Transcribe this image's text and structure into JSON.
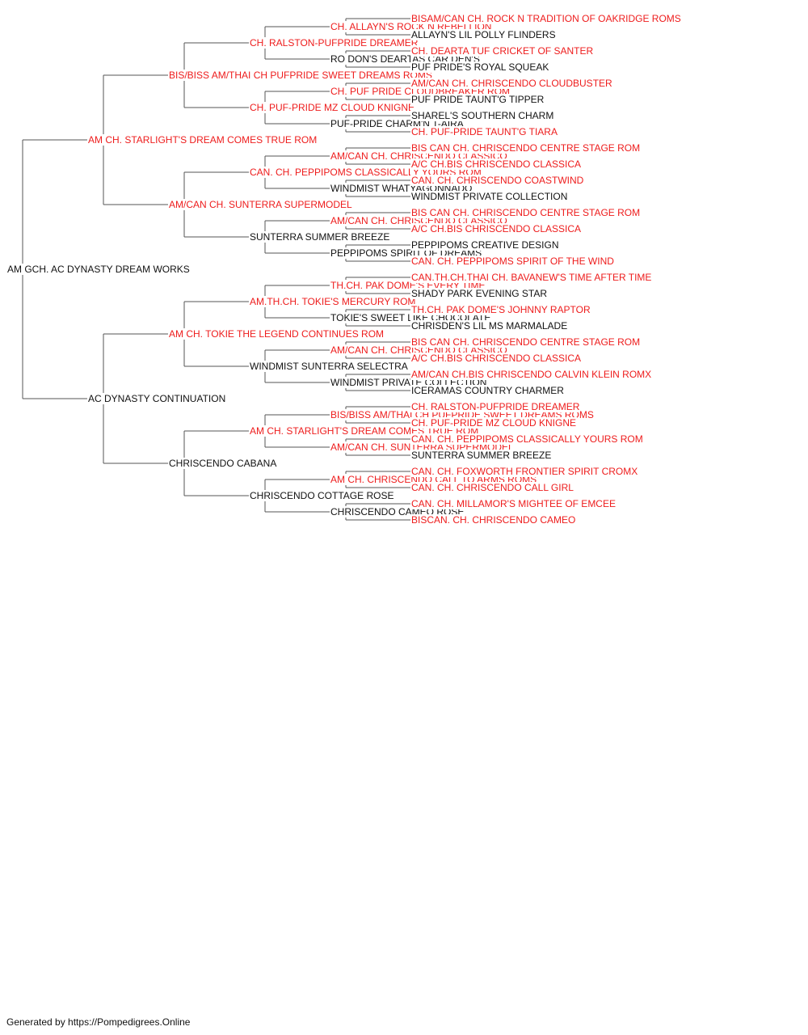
{
  "colors": {
    "titled": "#ee1c1c",
    "plain": "#111111",
    "line": "#555555"
  },
  "pedigree": {
    "name": "AM GCH. AC DYNASTY DREAM WORKS",
    "titled": false,
    "sire": {
      "name": "AM CH. STARLIGHT'S DREAM COMES TRUE ROM",
      "titled": true,
      "sire": {
        "name": "BIS/BISS AM/THAI CH PUFPRIDE SWEET DREAMS ROMS",
        "titled": true,
        "sire": {
          "name": "CH. RALSTON-PUFPRIDE DREAMER",
          "titled": true,
          "sire": {
            "name": "CH. ALLAYN'S ROCK N REBELLION",
            "titled": true,
            "sire": {
              "name": "BISAM/CAN CH. ROCK N TRADITION OF OAKRIDGE ROMS",
              "titled": true
            },
            "dam": {
              "name": "ALLAYN'S LIL POLLY FLINDERS",
              "titled": false
            }
          },
          "dam": {
            "name": "RO DON'S DEARTAS CAR DEN'S",
            "titled": false,
            "sire": {
              "name": "CH. DEARTA TUF CRICKET OF SANTER",
              "titled": true
            },
            "dam": {
              "name": "PUF PRIDE'S ROYAL SQUEAK",
              "titled": false
            }
          }
        },
        "dam": {
          "name": "CH. PUF-PRIDE MZ CLOUD KNIGNE",
          "titled": true,
          "sire": {
            "name": "CH. PUF PRIDE CLOUDBREAKER ROM",
            "titled": true,
            "sire": {
              "name": "AM/CAN CH. CHRISCENDO CLOUDBUSTER",
              "titled": true
            },
            "dam": {
              "name": "PUF PRIDE TAUNT'G TIPPER",
              "titled": false
            }
          },
          "dam": {
            "name": "PUF-PRIDE CHARM'N T-AIRA",
            "titled": false,
            "sire": {
              "name": "SHAREL'S SOUTHERN CHARM",
              "titled": false
            },
            "dam": {
              "name": "CH. PUF-PRIDE TAUNT'G TIARA",
              "titled": true
            }
          }
        }
      },
      "dam": {
        "name": "AM/CAN CH. SUNTERRA SUPERMODEL",
        "titled": true,
        "sire": {
          "name": "CAN. CH. PEPPIPOMS CLASSICALLY YOURS ROM",
          "titled": true,
          "sire": {
            "name": "AM/CAN CH. CHRISCENDO CLASSICO",
            "titled": true,
            "sire": {
              "name": "BIS CAN CH. CHRISCENDO CENTRE STAGE ROM",
              "titled": true
            },
            "dam": {
              "name": "A/C CH.BIS CHRISCENDO CLASSICA",
              "titled": true
            }
          },
          "dam": {
            "name": "WINDMIST WHATYAGONNADO",
            "titled": false,
            "sire": {
              "name": "CAN. CH. CHRISCENDO COASTWIND",
              "titled": true
            },
            "dam": {
              "name": "WINDMIST PRIVATE COLLECTION",
              "titled": false
            }
          }
        },
        "dam": {
          "name": "SUNTERRA SUMMER BREEZE",
          "titled": false,
          "sire": {
            "name": "AM/CAN CH. CHRISCENDO CLASSICO",
            "titled": true,
            "sire": {
              "name": "BIS CAN CH. CHRISCENDO CENTRE STAGE ROM",
              "titled": true
            },
            "dam": {
              "name": "A/C CH.BIS CHRISCENDO CLASSICA",
              "titled": true
            }
          },
          "dam": {
            "name": "PEPPIPOMS SPIRIT OF DREAMS",
            "titled": false,
            "sire": {
              "name": "PEPPIPOMS CREATIVE DESIGN",
              "titled": false
            },
            "dam": {
              "name": "CAN. CH. PEPPIPOMS SPIRIT OF THE WIND",
              "titled": true
            }
          }
        }
      }
    },
    "dam": {
      "name": "AC DYNASTY CONTINUATION",
      "titled": false,
      "sire": {
        "name": "AM CH. TOKIE THE LEGEND CONTINUES ROM",
        "titled": true,
        "sire": {
          "name": "AM.TH.CH. TOKIE'S MERCURY ROM",
          "titled": true,
          "sire": {
            "name": "TH.CH. PAK DOME'S EVERY TIME",
            "titled": true,
            "sire": {
              "name": "CAN.TH.CH.THAI CH. BAVANEW'S TIME AFTER TIME",
              "titled": true
            },
            "dam": {
              "name": "SHADY PARK EVENING STAR",
              "titled": false
            }
          },
          "dam": {
            "name": "TOKIE'S SWEET LIKE CHOCOLATE",
            "titled": false,
            "sire": {
              "name": "TH.CH. PAK DOME'S JOHNNY RAPTOR",
              "titled": true
            },
            "dam": {
              "name": "CHRISDEN'S LIL MS MARMALADE",
              "titled": false
            }
          }
        },
        "dam": {
          "name": "WINDMIST SUNTERRA SELECTRA",
          "titled": false,
          "sire": {
            "name": "AM/CAN CH. CHRISCENDO CLASSICO",
            "titled": true,
            "sire": {
              "name": "BIS CAN CH. CHRISCENDO CENTRE STAGE ROM",
              "titled": true
            },
            "dam": {
              "name": "A/C CH.BIS CHRISCENDO CLASSICA",
              "titled": true
            }
          },
          "dam": {
            "name": "WINDMIST PRIVATE COLLECTION",
            "titled": false,
            "sire": {
              "name": "AM/CAN CH.BIS CHRISCENDO CALVIN KLEIN ROMX",
              "titled": true
            },
            "dam": {
              "name": "ICERAMAS COUNTRY CHARMER",
              "titled": false
            }
          }
        }
      },
      "dam": {
        "name": "CHRISCENDO CABANA",
        "titled": false,
        "sire": {
          "name": "AM CH. STARLIGHT'S DREAM COMES TRUE ROM",
          "titled": true,
          "sire": {
            "name": "BIS/BISS AM/THAI CH PUFPRIDE SWEET DREAMS ROMS",
            "titled": true,
            "sire": {
              "name": "CH. RALSTON-PUFPRIDE DREAMER",
              "titled": true
            },
            "dam": {
              "name": "CH. PUF-PRIDE MZ CLOUD KNIGNE",
              "titled": true
            }
          },
          "dam": {
            "name": "AM/CAN CH. SUNTERRA SUPERMODEL",
            "titled": true,
            "sire": {
              "name": "CAN. CH. PEPPIPOMS CLASSICALLY YOURS ROM",
              "titled": true
            },
            "dam": {
              "name": "SUNTERRA SUMMER BREEZE",
              "titled": false
            }
          }
        },
        "dam": {
          "name": "CHRISCENDO COTTAGE ROSE",
          "titled": false,
          "sire": {
            "name": "AM CH. CHRISCENDO CALL TO ARMS ROMS",
            "titled": true,
            "sire": {
              "name": "CAN. CH. FOXWORTH FRONTIER SPIRIT CROMX",
              "titled": true
            },
            "dam": {
              "name": "CAN. CH. CHRISCENDO CALL GIRL",
              "titled": true
            }
          },
          "dam": {
            "name": "CHRISCENDO CAMEO ROSE",
            "titled": false,
            "sire": {
              "name": "CAN. CH. MILLAMOR'S MIGHTEE OF EMCEE",
              "titled": true
            },
            "dam": {
              "name": "BISCAN. CH. CHRISCENDO CAMEO",
              "titled": true
            }
          }
        }
      }
    }
  },
  "footer": {
    "text": "Generated by https://Pompedigrees.Online"
  }
}
